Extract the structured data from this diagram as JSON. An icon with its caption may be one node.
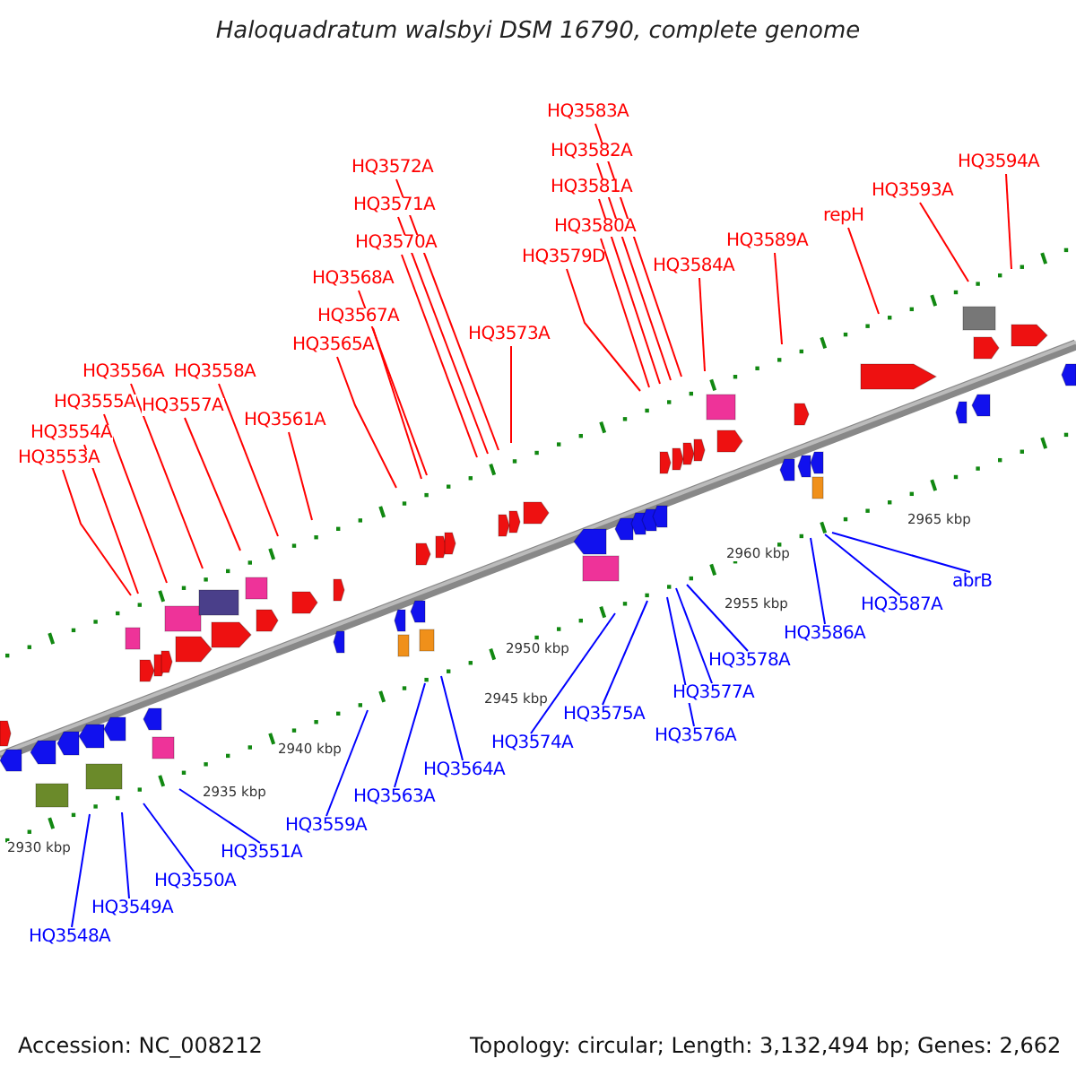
{
  "diagram": {
    "title": "Haloquadratum walsbyi DSM 16790, complete genome",
    "nodes": [
      {
        "text": [
          "HQ3553A"
        ]
      },
      {
        "text": [
          "HQ3554A"
        ]
      },
      {
        "text": [
          "HQ3555A"
        ]
      },
      {
        "text": [
          "HQ3556A"
        ]
      },
      {
        "text": [
          "HQ3558A"
        ]
      },
      {
        "text": [
          "HQ3557A"
        ]
      },
      {
        "text": [
          "HQ3561A"
        ]
      },
      {
        "text": [
          "HQ3565A"
        ]
      },
      {
        "text": [
          "HQ3567A"
        ]
      },
      {
        "text": [
          "HQ3568A"
        ]
      },
      {
        "text": [
          "HQ3570A"
        ]
      },
      {
        "text": [
          "HQ3571A"
        ]
      },
      {
        "text": [
          "HQ3572A"
        ]
      },
      {
        "text": [
          "HQ3573A"
        ]
      },
      {
        "text": [
          "HQ3579D"
        ]
      },
      {
        "text": [
          "HQ3580A"
        ]
      },
      {
        "text": [
          "HQ3581A"
        ]
      },
      {
        "text": [
          "HQ3582A"
        ]
      },
      {
        "text": [
          "HQ3583A"
        ]
      },
      {
        "text": [
          "HQ3584A"
        ]
      },
      {
        "text": [
          "HQ3589A"
        ]
      },
      {
        "text": [
          "repH"
        ]
      },
      {
        "text": [
          "HQ3593A"
        ]
      },
      {
        "text": [
          "HQ3594A"
        ]
      },
      {
        "text": [
          "HQ3548A"
        ]
      },
      {
        "text": [
          "HQ3549A"
        ]
      },
      {
        "text": [
          "HQ3550A"
        ]
      },
      {
        "text": [
          "HQ3551A"
        ]
      },
      {
        "text": [
          "HQ3559A"
        ]
      },
      {
        "text": [
          "HQ3563A"
        ]
      },
      {
        "text": [
          "HQ3564A"
        ]
      },
      {
        "text": [
          "HQ3574A"
        ]
      },
      {
        "text": [
          "HQ3575A"
        ]
      },
      {
        "text": [
          "HQ3576A"
        ]
      },
      {
        "text": [
          "HQ3577A"
        ]
      },
      {
        "text": [
          "HQ3578A"
        ]
      },
      {
        "text": [
          "HQ3586A"
        ]
      },
      {
        "text": [
          "HQ3587A"
        ]
      },
      {
        "text": [
          "abrB"
        ]
      }
    ],
    "edges": [
      {
        "from": 0,
        "to": null,
        "arrow": "none"
      },
      {
        "from": 1,
        "to": null,
        "arrow": "none"
      },
      {
        "from": 2,
        "to": null,
        "arrow": "none"
      },
      {
        "from": 3,
        "to": null,
        "arrow": "none"
      },
      {
        "from": 4,
        "to": null,
        "arrow": "none"
      },
      {
        "from": 5,
        "to": null,
        "arrow": "none"
      },
      {
        "from": 6,
        "to": null,
        "arrow": "none"
      },
      {
        "from": 7,
        "to": null,
        "arrow": "none"
      },
      {
        "from": 8,
        "to": null,
        "arrow": "none"
      },
      {
        "from": 9,
        "to": null,
        "arrow": "none"
      },
      {
        "from": 10,
        "to": null,
        "arrow": "none"
      },
      {
        "from": 11,
        "to": null,
        "arrow": "none"
      },
      {
        "from": 12,
        "to": null,
        "arrow": "none"
      },
      {
        "from": 13,
        "to": null,
        "arrow": "none"
      },
      {
        "from": 14,
        "to": null,
        "arrow": "none"
      },
      {
        "from": 15,
        "to": null,
        "arrow": "none"
      },
      {
        "from": 16,
        "to": null,
        "arrow": "none"
      },
      {
        "from": 17,
        "to": null,
        "arrow": "none"
      },
      {
        "from": 18,
        "to": null,
        "arrow": "none"
      },
      {
        "from": 19,
        "to": null,
        "arrow": "none"
      },
      {
        "from": 20,
        "to": null,
        "arrow": "none"
      },
      {
        "from": 21,
        "to": null,
        "arrow": "none"
      },
      {
        "from": 22,
        "to": null,
        "arrow": "none"
      },
      {
        "from": 23,
        "to": null,
        "arrow": "none"
      },
      {
        "from": 24,
        "to": null,
        "arrow": "none",
        "color": "#0000ff"
      },
      {
        "from": 25,
        "to": null,
        "arrow": "none",
        "color": "#0000ff"
      },
      {
        "from": 26,
        "to": null,
        "arrow": "none",
        "color": "#0000ff"
      },
      {
        "from": 27,
        "to": null,
        "arrow": "none",
        "color": "#0000ff"
      },
      {
        "from": 28,
        "to": null,
        "arrow": "none",
        "color": "#0000ff"
      },
      {
        "from": 29,
        "to": null,
        "arrow": "none",
        "color": "#0000ff"
      },
      {
        "from": 30,
        "to": null,
        "arrow": "none",
        "color": "#0000ff"
      },
      {
        "from": 31,
        "to": null,
        "arrow": "none",
        "color": "#0000ff"
      },
      {
        "from": 32,
        "to": null,
        "arrow": "none",
        "color": "#0000ff"
      },
      {
        "from": 33,
        "to": null,
        "arrow": "none",
        "color": "#0000ff"
      },
      {
        "from": 34,
        "to": null,
        "arrow": "none",
        "color": "#0000ff"
      },
      {
        "from": 35,
        "to": null,
        "arrow": "none",
        "color": "#0000ff"
      },
      {
        "from": 36,
        "to": null,
        "arrow": "none",
        "color": "#0000ff"
      },
      {
        "from": 37,
        "to": null,
        "arrow": "none",
        "color": "#0000ff"
      },
      {
        "from": 38,
        "to": null,
        "arrow": "none",
        "color": "#0000ff"
      }
    ],
    "labels": [
      "2930 kbp",
      "2935 kbp",
      "2940 kbp",
      "2945 kbp",
      "2950 kbp",
      "2955 kbp",
      "2960 kbp",
      "2965 kbp",
      "Accession: NC_008212",
      "Topology: circular; Length: 3,132,494 bp; Genes: 2,662"
    ]
  }
}
